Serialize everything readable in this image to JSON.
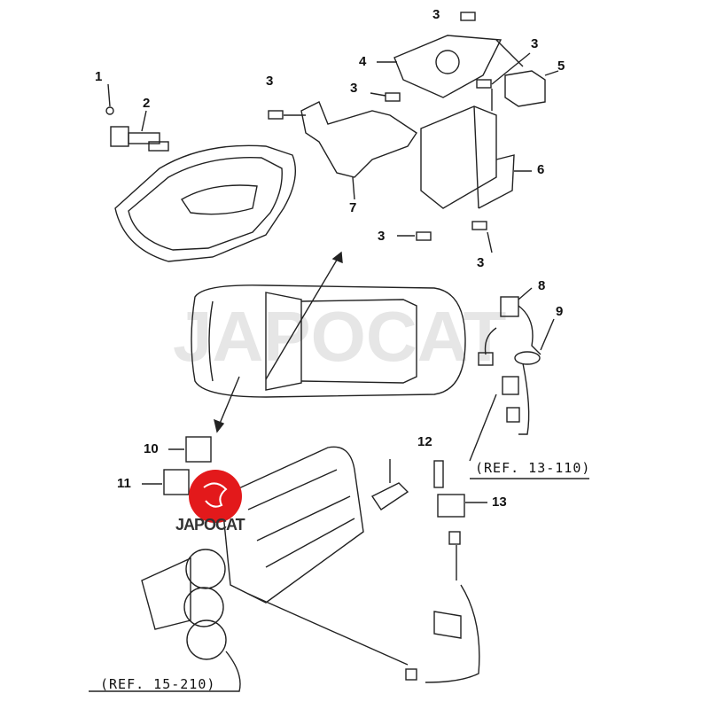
{
  "diagram": {
    "callouts": [
      "1",
      "2",
      "3",
      "3",
      "4",
      "3",
      "3",
      "5",
      "6",
      "7",
      "3",
      "3",
      "8",
      "9",
      "10",
      "11",
      "12",
      "13"
    ],
    "references": [
      "(REF. 13-110)",
      "(REF. 15-210)"
    ],
    "watermark": "JAPOCAT",
    "logo_text": "JAPOCAT",
    "colors": {
      "line": "#222222",
      "logo": "#e3191b",
      "watermark": "#e6e6e6"
    }
  }
}
